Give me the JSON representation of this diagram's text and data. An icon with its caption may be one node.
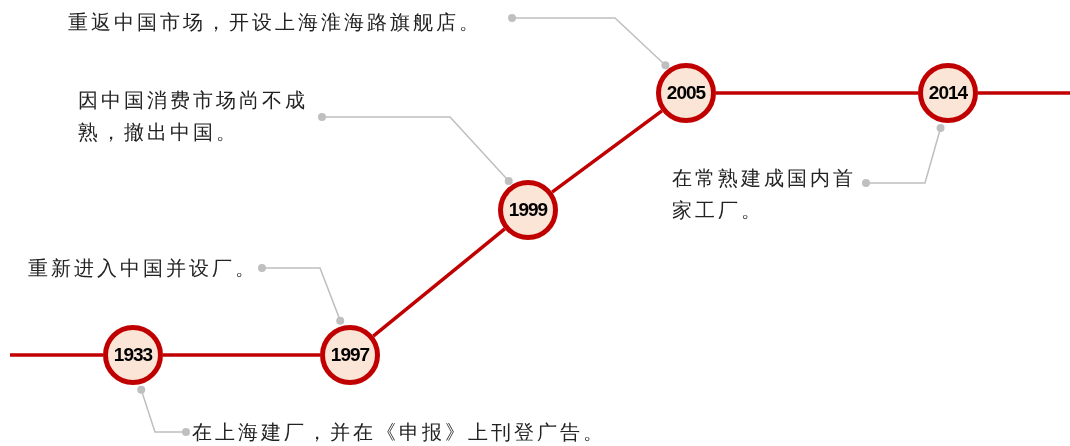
{
  "diagram": {
    "nodes": [
      {
        "text": [
          "1933"
        ]
      },
      {
        "text": [
          "1997"
        ]
      },
      {
        "text": [
          "1999"
        ]
      },
      {
        "text": [
          "2005"
        ]
      },
      {
        "text": [
          "2014"
        ]
      },
      {
        "text": [
          "在上海建厂，并在《申报》上刊登广告。"
        ]
      },
      {
        "text": [
          "重新进入中国并设厂。"
        ]
      },
      {
        "text": [
          "因中国消费市场尚不成熟，撤出中国。"
        ]
      },
      {
        "text": [
          "重返中国市场，开设上海淮海路旗舰店。"
        ]
      },
      {
        "text": [
          "在常熟建成国内首家工厂。"
        ]
      }
    ],
    "edges": [
      {
        "from": null,
        "to": 0,
        "arrow": "none"
      },
      {
        "from": 0,
        "to": 1,
        "arrow": "none"
      },
      {
        "from": 1,
        "to": 2,
        "arrow": "none"
      },
      {
        "from": 2,
        "to": 3,
        "arrow": "none"
      },
      {
        "from": 3,
        "to": 4,
        "arrow": "none"
      },
      {
        "from": 4,
        "to": null,
        "arrow": "none"
      },
      {
        "from": 5,
        "to": 0,
        "arrow": "other",
        "color": "#bfbfbf"
      },
      {
        "from": 6,
        "to": 1,
        "arrow": "other",
        "color": "#bfbfbf"
      },
      {
        "from": 7,
        "to": 2,
        "arrow": "other",
        "color": "#bfbfbf"
      },
      {
        "from": 8,
        "to": 3,
        "arrow": "other",
        "color": "#bfbfbf"
      },
      {
        "from": 9,
        "to": 4,
        "arrow": "other",
        "color": "#bfbfbf"
      }
    ]
  }
}
